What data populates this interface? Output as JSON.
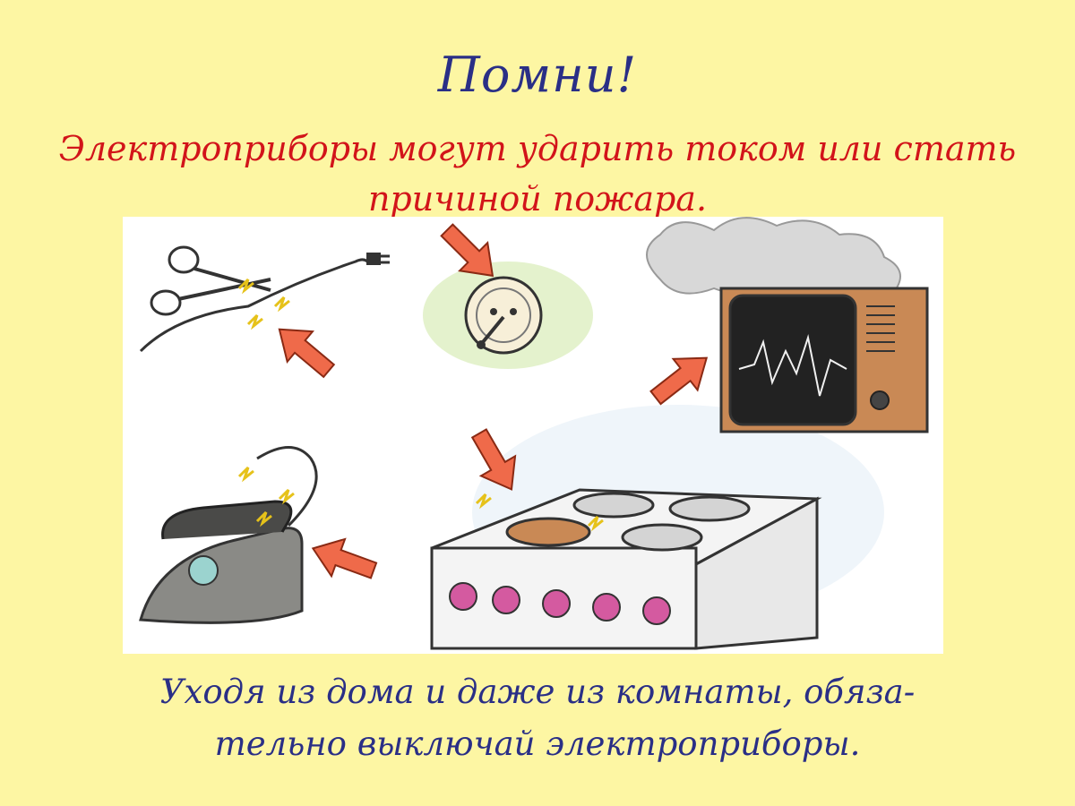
{
  "slide": {
    "title": "Помни!",
    "subtitle": "Электроприборы могут ударить током или стать причиной пожара.",
    "footer_line1": "Уходя из дома и даже из комнаты, обяза-",
    "footer_line2": "тельно выключай электроприборы."
  },
  "colors": {
    "background": "#fdf6a3",
    "title": "#2a2f86",
    "subtitle": "#d2141a",
    "arrow": "#ef6a4a",
    "spark": "#f3e23a"
  },
  "illustration_items": [
    {
      "icon": "scissors-cutting-cord-icon"
    },
    {
      "icon": "wall-socket-with-pin-icon"
    },
    {
      "icon": "smoking-tv-icon"
    },
    {
      "icon": "iron-with-frayed-cord-icon"
    },
    {
      "icon": "electric-stove-icon"
    }
  ]
}
